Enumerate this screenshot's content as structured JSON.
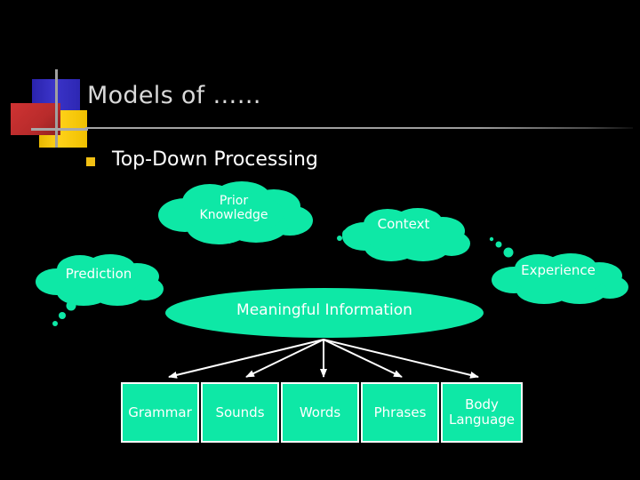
{
  "slide": {
    "background_color": "#000000",
    "title": "Models of ……",
    "title_color": "#d9d9d9",
    "rule_color": "#9c9c9c",
    "accent_green": "#0ee8a6",
    "bullet_color": "#f2c014"
  },
  "logo": {
    "blue_color": "#3b34c9",
    "yellow_color": "#ffd21a",
    "red_color": "#c02f2f",
    "line_color": "#a0a0a0"
  },
  "bullet": {
    "marker": "square-bullet",
    "label": "Top-Down Processing"
  },
  "diagram": {
    "clouds": [
      {
        "id": "prior-knowledge",
        "label": "Prior\nKnowledge"
      },
      {
        "id": "context",
        "label": "Context"
      },
      {
        "id": "prediction",
        "label": "Prediction"
      },
      {
        "id": "experience",
        "label": "Experience"
      }
    ],
    "center": {
      "id": "meaningful-information",
      "label": "Meaningful Information",
      "shape": "ellipse"
    },
    "outputs": [
      {
        "id": "grammar",
        "label": "Grammar"
      },
      {
        "id": "sounds",
        "label": "Sounds"
      },
      {
        "id": "words",
        "label": "Words"
      },
      {
        "id": "phrases",
        "label": "Phrases"
      },
      {
        "id": "body-language",
        "label": "Body\nLanguage"
      }
    ],
    "arrow_count": 5,
    "arrow_color": "#ffffff"
  }
}
